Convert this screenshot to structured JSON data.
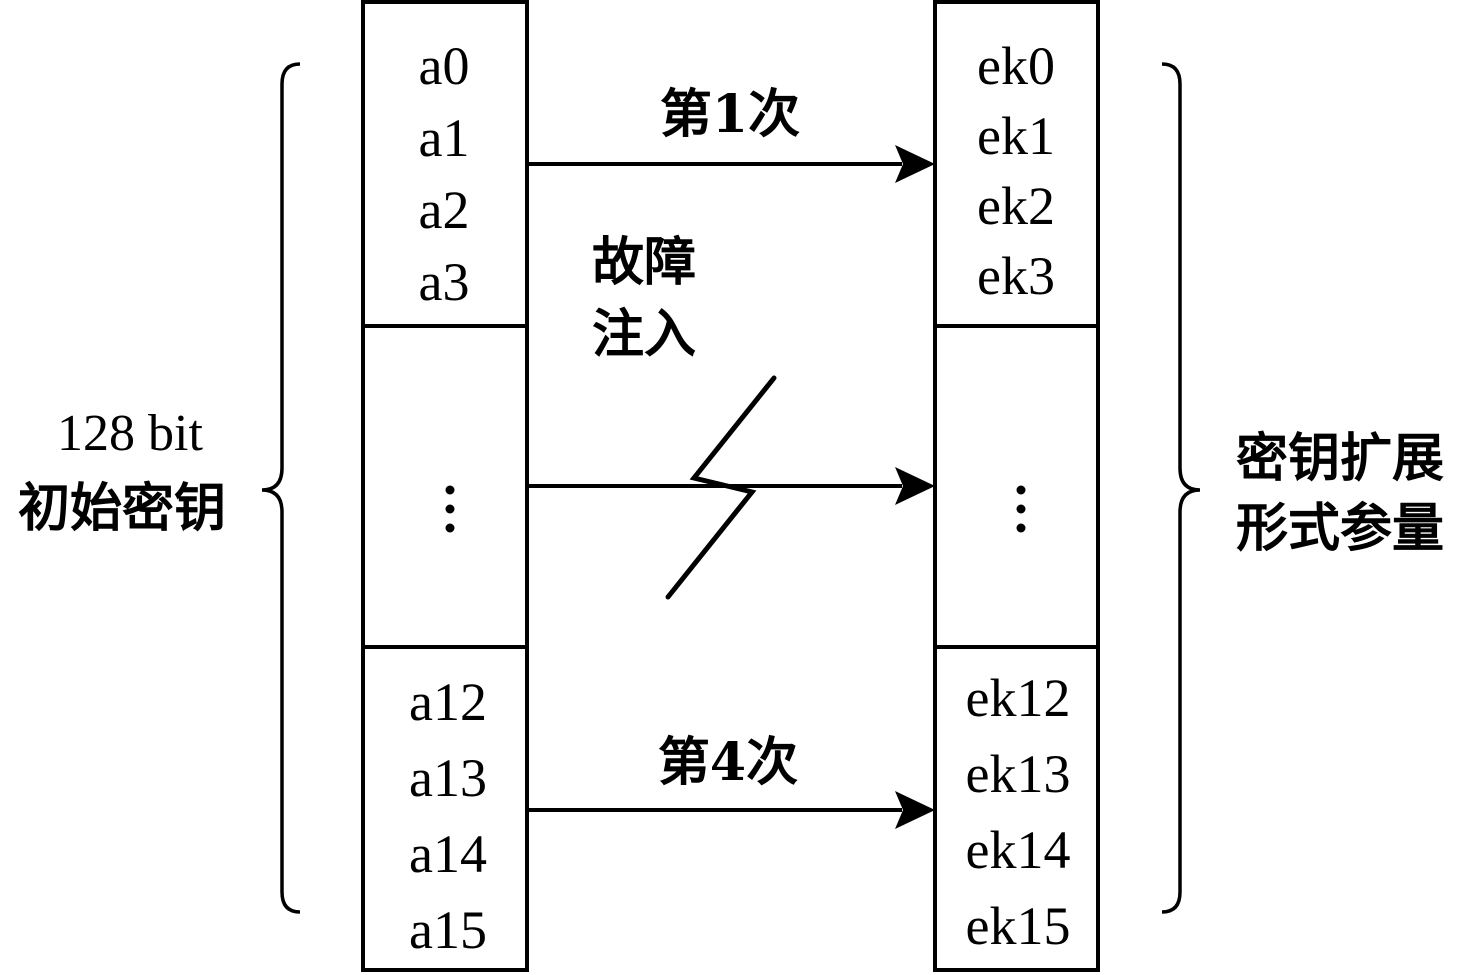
{
  "left_label": {
    "line1": "128 bit",
    "line2": "初始密钥"
  },
  "right_label": {
    "line1": "密钥扩展",
    "line2": "形式参量"
  },
  "left_column": {
    "top_cells": [
      "a0",
      "a1",
      "a2",
      "a3"
    ],
    "bottom_cells": [
      "a12",
      "a13",
      "a14",
      "a15"
    ],
    "ellipsis": "⋮"
  },
  "right_column": {
    "top_cells": [
      "ek0",
      "ek1",
      "ek2",
      "ek3"
    ],
    "bottom_cells": [
      "ek12",
      "ek13",
      "ek14",
      "ek15"
    ],
    "ellipsis": "⋮"
  },
  "arrows": {
    "first_label": "第1次",
    "last_label": "第4次"
  },
  "fault": {
    "line1": "故障",
    "line2": "注入"
  }
}
